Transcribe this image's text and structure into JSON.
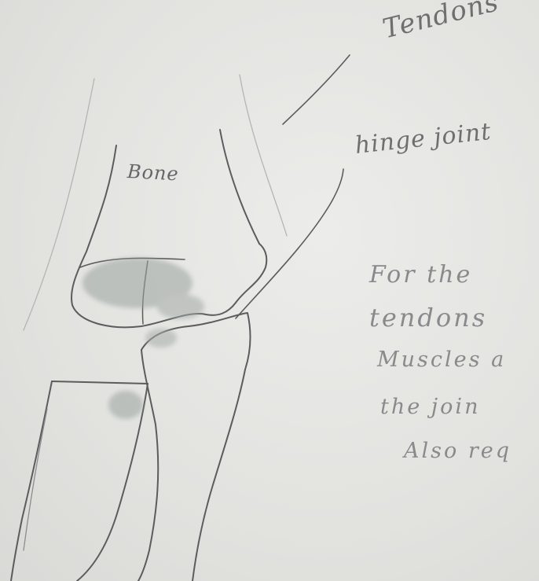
{
  "labels": {
    "tendons": "Tendons",
    "hinge_joint": "hinge joint",
    "bone": "Bone"
  },
  "notes": [
    "For the",
    "tendons",
    "Muscles a",
    "the join",
    "Also req"
  ],
  "colors": {
    "paper": "#e4e4e2",
    "pencil": "#5e5e60",
    "shading": "#9aa39f"
  }
}
